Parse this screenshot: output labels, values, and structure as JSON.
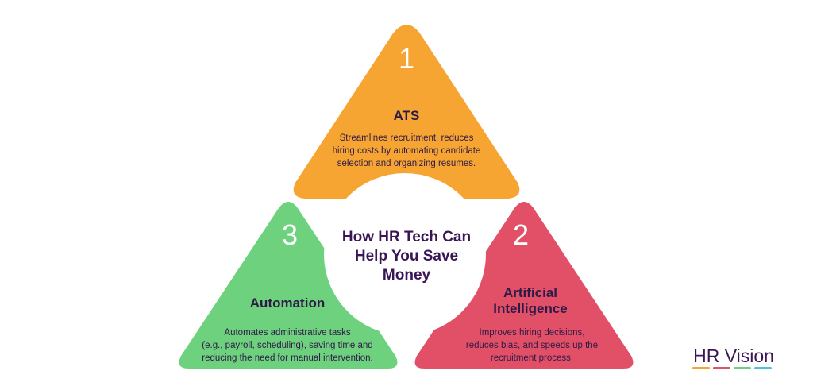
{
  "center": {
    "lines": [
      "How HR Tech Can",
      "Help You Save",
      "Money"
    ]
  },
  "sections": [
    {
      "number": "1",
      "title_lines": [
        "ATS"
      ],
      "description_lines": [
        "Streamlines recruitment, reduces",
        "hiring costs by automating candidate",
        "selection and organizing resumes."
      ],
      "color": "#f7a532"
    },
    {
      "number": "2",
      "title_lines": [
        "Artificial",
        "Intelligence"
      ],
      "description_lines": [
        "Improves hiring decisions,",
        "reduces bias, and speeds up the",
        "recruitment process."
      ],
      "color": "#e25068"
    },
    {
      "number": "3",
      "title_lines": [
        "Automation"
      ],
      "description_lines": [
        "Automates administrative tasks",
        "(e.g., payroll, scheduling), saving time and",
        "reducing the need for manual intervention."
      ],
      "color": "#6ed17e"
    }
  ],
  "brand": {
    "name": "HR Vision",
    "underline_colors": [
      "#f7a532",
      "#e25068",
      "#6ed17e",
      "#4cc3d9"
    ]
  },
  "colors": {
    "center_fill": "#ffffff",
    "text_dark": "#2e1a47"
  }
}
